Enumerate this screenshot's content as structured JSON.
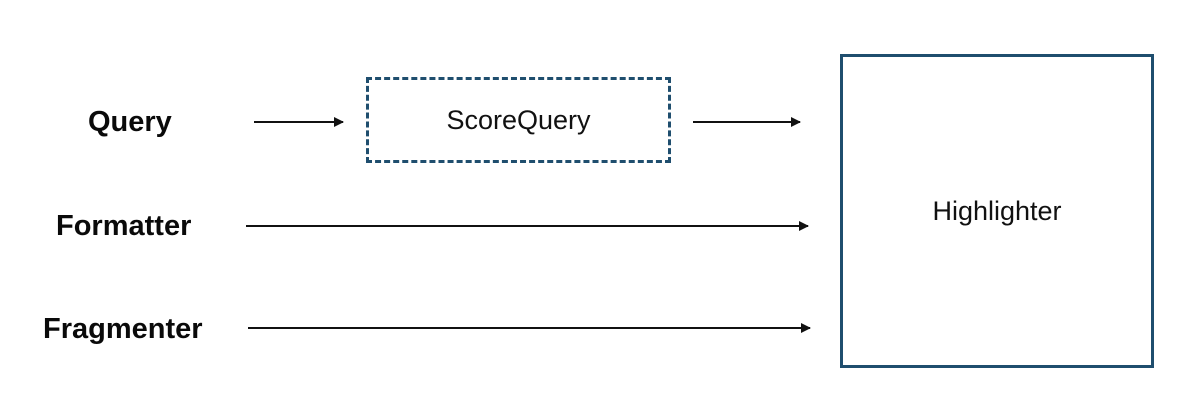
{
  "diagram": {
    "inputs": {
      "query": "Query",
      "formatter": "Formatter",
      "fragmenter": "Fragmenter"
    },
    "nodes": {
      "score_query": "ScoreQuery",
      "highlighter": "Highlighter"
    }
  },
  "colors": {
    "box_border": "#1f4e6e",
    "text": "#111111",
    "arrow": "#111111"
  }
}
